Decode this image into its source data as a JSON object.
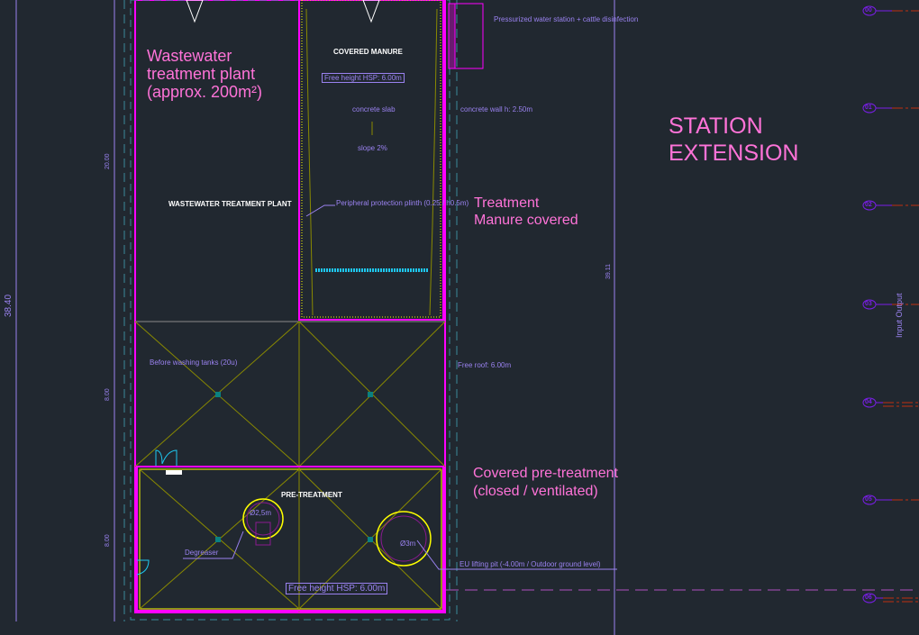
{
  "labels": {
    "wastewater_big": "Wastewater treatment plant (approx. 200m²)",
    "wastewater_big_l1": "Wastewater",
    "wastewater_big_l2": "treatment plant",
    "wastewater_big_l3": "(approx. 200m²)",
    "covered_manure": "COVERED MANURE",
    "free_height_top": "Free height HSP: 6.00m",
    "concrete_slab": "concrete slab",
    "slope": "slope 2%",
    "pressurized": "Pressurized water station + cattle disinfection",
    "concrete_wall": "concrete wall h: 2.50m",
    "station_l1": "STATION",
    "station_l2": "EXTENSION",
    "wwtp": "WASTEWATER TREATMENT PLANT",
    "plinth": "Peripheral protection plinth (0.25 / h0.5m)",
    "treatment_l1": "Treatment",
    "treatment_l2": "Manure covered",
    "washing_tanks": "Before washing tanks (20u)",
    "free_roof": "Free roof: 6.00m",
    "covered_pre_l1": "Covered pre-treatment",
    "covered_pre_l2": "(closed / ventilated)",
    "pre_treatment": "PRE-TREATMENT",
    "diam_small": "Ø2,5m",
    "diam_large": "Ø3m",
    "degreaser": "Degreaser",
    "lifting_pit": "EU lifting pit (-4.00m / Outdoor ground level)",
    "free_height_bottom": "Free height HSP: 6.00m",
    "input_output": "Input Output"
  },
  "dimensions": {
    "total": "38.40",
    "upper": "20.00",
    "middle": "8.00",
    "lower": "8.00",
    "right": "39.11"
  },
  "axes": [
    "00",
    "01",
    "02",
    "03",
    "04",
    "05",
    "06"
  ],
  "colors": {
    "background": "#212830",
    "magenta": "#ff00ff",
    "yellow": "#ffff00",
    "olive": "#8a8a00",
    "purple_text": "#9a82f0",
    "pink_text": "#ff73d8",
    "axis": "#7a1ee8",
    "cyan": "#1ec8f0"
  }
}
